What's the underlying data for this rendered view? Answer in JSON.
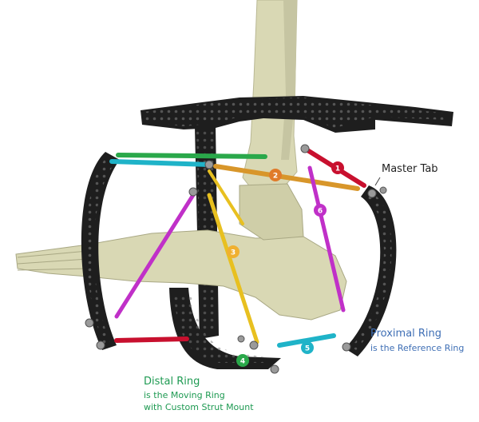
{
  "labels": {
    "master_tab": "Master Tab",
    "proximal_title": "Proximal Ring",
    "proximal_sub": "is the Reference Ring",
    "distal_title": "Distal Ring",
    "distal_sub1": "is the Moving Ring",
    "distal_sub2": "with Custom Strut Mount"
  },
  "struts": [
    {
      "number": "1",
      "color": "#c8102e"
    },
    {
      "number": "2",
      "color": "#e07b2a"
    },
    {
      "number": "3",
      "color": "#f0b030"
    },
    {
      "number": "4",
      "color": "#2aa84a"
    },
    {
      "number": "5",
      "color": "#1fb3c8"
    },
    {
      "number": "6",
      "color": "#c030c8"
    }
  ],
  "colors": {
    "ring": "#1e1e1e",
    "bone": "#d9d8b4",
    "bone_shade": "#b9b894",
    "green_strut": "#2aa84a",
    "cyan_strut": "#1fb3c8",
    "magenta_strut": "#c030c8",
    "yellow_strut": "#e8c020",
    "orange_strut": "#d8962a",
    "red_strut": "#c8102e"
  }
}
